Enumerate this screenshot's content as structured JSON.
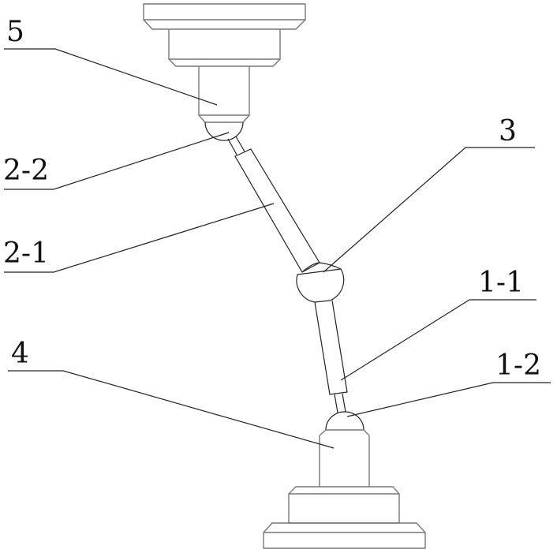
{
  "labels": {
    "part_5": "5",
    "part_2_2": "2-2",
    "part_2_1": "2-1",
    "part_3": "3",
    "part_1_1": "1-1",
    "part_4": "4",
    "part_1_2": "1-2"
  }
}
